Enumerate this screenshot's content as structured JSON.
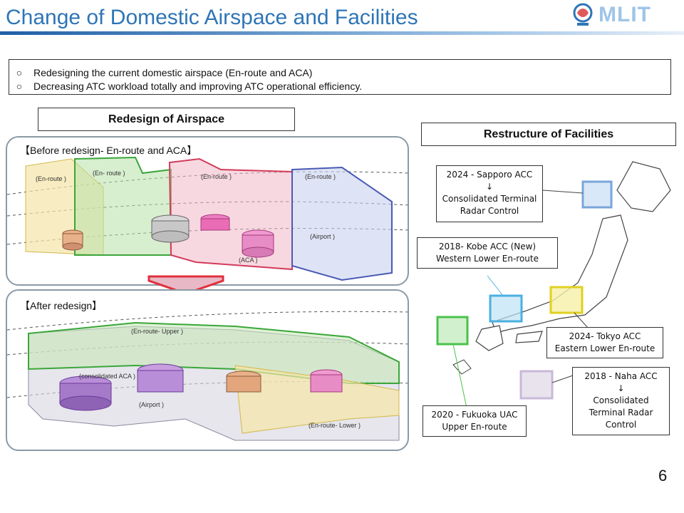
{
  "header": {
    "title": "Change of Domestic Airspace and Facilities",
    "logo_text": "MLIT"
  },
  "intro": {
    "bullet": "○",
    "lines": [
      "Redesigning the current domestic airspace (En-route and ACA)",
      "Decreasing ATC workload totally and  improving ATC operational efficiency."
    ]
  },
  "redesign": {
    "heading": "Redesign of Airspace",
    "before": {
      "label": "【Before redesign- En-route and ACA】",
      "labels": [
        "(En-route )",
        "(En- route )",
        "(En-route )",
        "(En-route )",
        "(Airport )",
        "(ACA )"
      ]
    },
    "after": {
      "label": "【After redesign】",
      "labels": [
        "(En-route- Upper )",
        "(consolidated ACA )",
        "(Airport )",
        "(En-route- Lower )"
      ]
    }
  },
  "facilities": {
    "heading": "Restructure of Facilities",
    "callouts": {
      "sapporo": [
        "2024 - Sapporo ACC",
        "↓",
        "Consolidated Terminal",
        "Radar Control"
      ],
      "kobe": [
        "2018-  Kobe ACC (New)",
        "Western Lower En-route"
      ],
      "tokyo": [
        "2024-  Tokyo ACC",
        "Eastern Lower En-route"
      ],
      "naha": [
        "2018 - Naha ACC",
        "↓",
        "Consolidated",
        "Terminal Radar",
        "Control"
      ],
      "fukuoka": [
        "2020  - Fukuoka UAC",
        "Upper En-route"
      ]
    }
  },
  "page_number": "6"
}
